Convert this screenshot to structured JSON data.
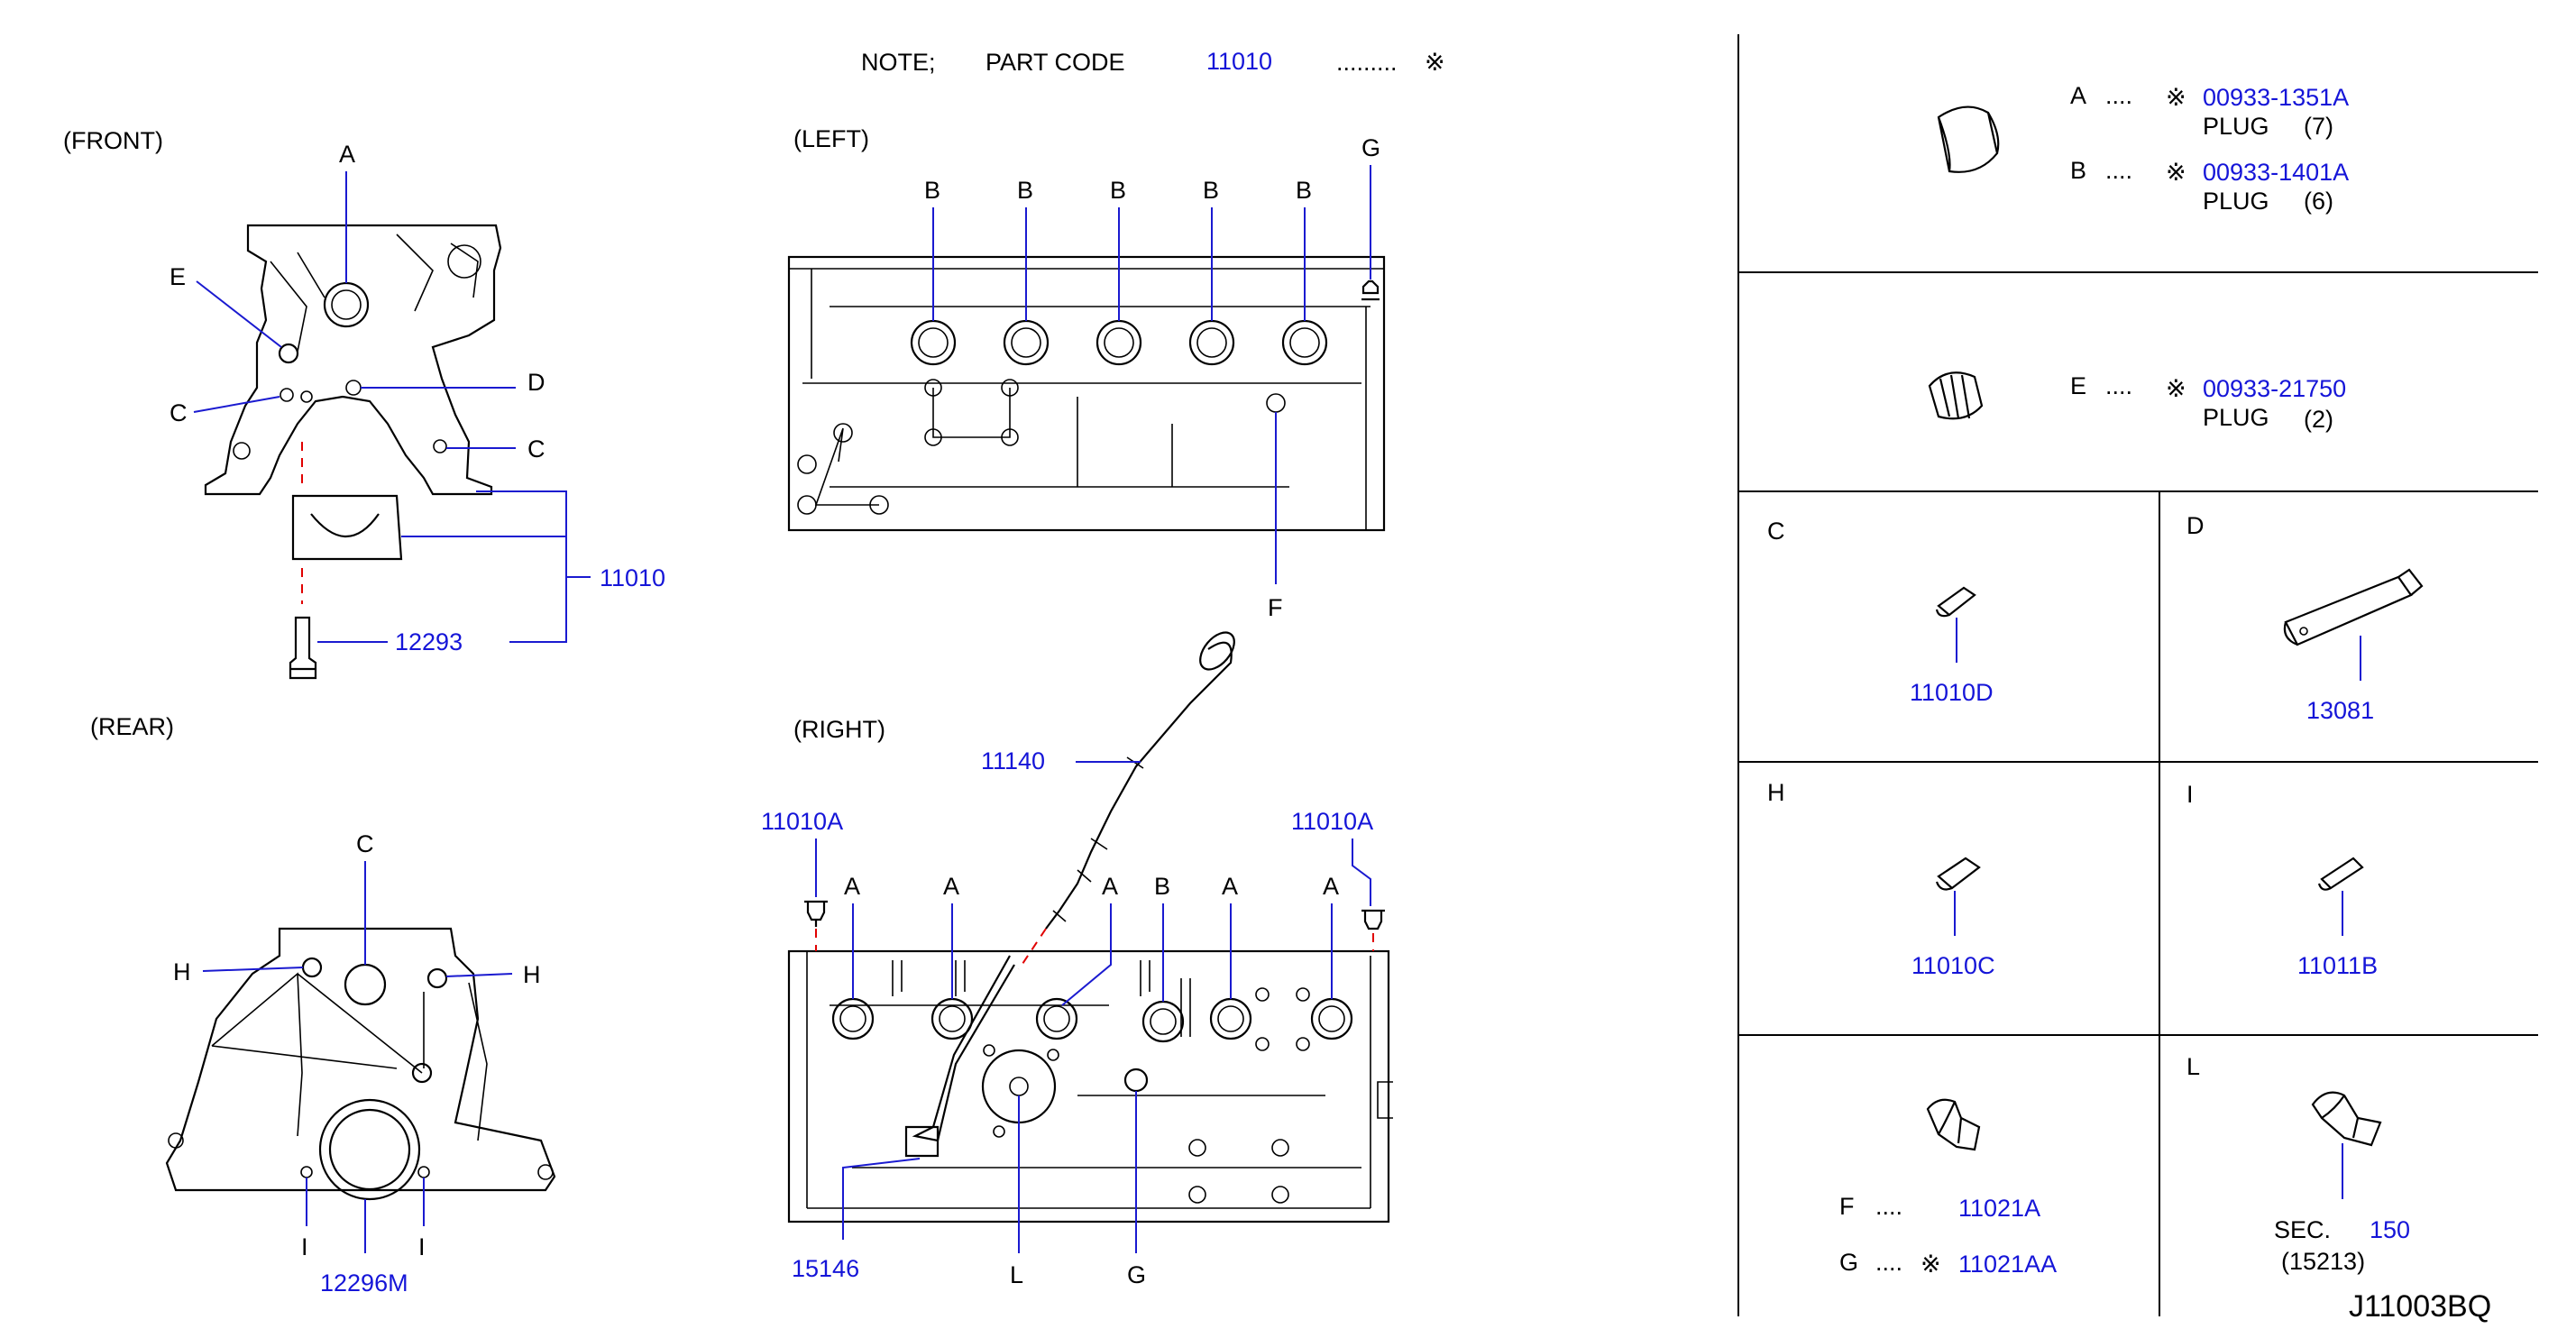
{
  "note": {
    "prefix": "NOTE;",
    "label": "PART   CODE",
    "code": "11010",
    "dots": ".........",
    "mark": "※"
  },
  "views": {
    "front": "(FRONT)",
    "rear": "(REAR)",
    "left": "(LEFT)",
    "right": "(RIGHT)"
  },
  "callouts": {
    "A": "A",
    "B": "B",
    "C": "C",
    "D": "D",
    "E": "E",
    "F": "F",
    "G": "G",
    "H": "H",
    "I": "I",
    "L": "L"
  },
  "codes": {
    "block": "11010",
    "bolt": "12293",
    "seal": "12296M",
    "gauge": "11140",
    "plug_a": "11010A",
    "sensor": "15146"
  },
  "legend": {
    "ab": {
      "a_letter": "A",
      "a_dots": "....",
      "a_mark": "※",
      "a_code": "00933-1351A",
      "a_name": "PLUG",
      "a_qty": "(7)",
      "b_letter": "B",
      "b_dots": "....",
      "b_mark": "※",
      "b_code": "00933-1401A",
      "b_name": "PLUG",
      "b_qty": "(6)"
    },
    "e": {
      "letter": "E",
      "dots": "....",
      "mark": "※",
      "code": "00933-21750",
      "name": "PLUG",
      "qty": "(2)"
    },
    "c": {
      "letter": "C",
      "code": "11010D"
    },
    "d": {
      "letter": "D",
      "code": "13081"
    },
    "h": {
      "letter": "H",
      "code": "11010C"
    },
    "i": {
      "letter": "I",
      "code": "11011B"
    },
    "fg": {
      "f_letter": "F",
      "f_dots": "....",
      "f_code": "11021A",
      "g_letter": "G",
      "g_dots": "....",
      "g_mark": "※",
      "g_code": "11021AA"
    },
    "l": {
      "letter": "L",
      "sec": "SEC.",
      "sec_num": "150",
      "sub": "(15213)"
    }
  },
  "drawing_id": "J11003BQ",
  "colors": {
    "code_blue": "#1515d8",
    "red_dash": "#e00000",
    "line": "#000000"
  }
}
